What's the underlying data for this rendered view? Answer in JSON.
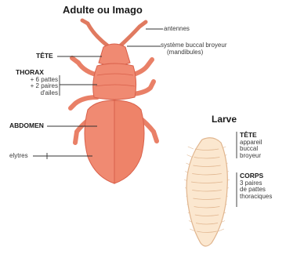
{
  "adult": {
    "title": "Adulte ou Imago",
    "labels": {
      "antennes": "antennes",
      "systeme": [
        "système buccal broyeur",
        "(mandibules)"
      ],
      "tete": "TÊTE",
      "thorax_head": "THORAX",
      "thorax_lines": [
        "+ 6 pattes",
        "+ 2 paires",
        "d'ailes"
      ],
      "abdomen": "ABDOMEN",
      "elytres": "elytres"
    }
  },
  "larva": {
    "title": "Larve",
    "labels": {
      "tete_head": "TÊTE",
      "tete_lines": [
        "appareil",
        "buccal",
        "broyeur"
      ],
      "corps_head": "CORPS",
      "corps_lines": [
        "3 paires",
        "de pattes",
        "thoraciques"
      ]
    }
  },
  "colors": {
    "beetle_body": "#f08a72",
    "beetle_edge": "#d8604a",
    "larva_body": "#fbe7cf",
    "larva_edge": "#e0b58e",
    "leader_line": "#333333"
  }
}
